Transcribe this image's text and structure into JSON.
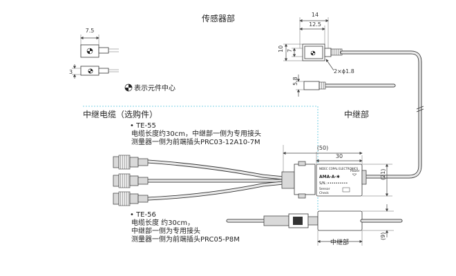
{
  "titles": {
    "sensor_part": "传感器部",
    "relay_part": "中继部",
    "relay_cable": "中继电缆（选购件）",
    "relay_part_bottom": "中继部"
  },
  "legend": {
    "center_mark": "表示元件中心"
  },
  "te55": {
    "model": "TE-55",
    "line1": "电缆长度约30cm，中继部一侧为专用接头",
    "line2": "测量器一侧为前端插头PRC03-12A10-7M"
  },
  "te56": {
    "model": "TE-56",
    "line1": "电缆长度 约30cm，",
    "line2": "中继部一侧为专用接头",
    "line3": "测量器一侧为前端插头PRC05-P8M"
  },
  "dimensions": {
    "small_width": "7.5",
    "small_height": "3",
    "sensor_total": "14",
    "sensor_body": "12.5",
    "sensor_h10": "10",
    "sensor_h7": "7",
    "cable_dia": "2×ϕ1.8",
    "cable_58": "5.8",
    "relay_50": "(50)",
    "relay_30": "30",
    "relay_21": "(21)",
    "relay_9": "(9)"
  },
  "unit_panel": {
    "brand": "NIDEC COPAL ELECTRONICS",
    "power": "Power",
    "model": "AMA-A-✱",
    "serial": "S/N.:••••••••••",
    "sensor": "Sensor",
    "check": "Check"
  }
}
